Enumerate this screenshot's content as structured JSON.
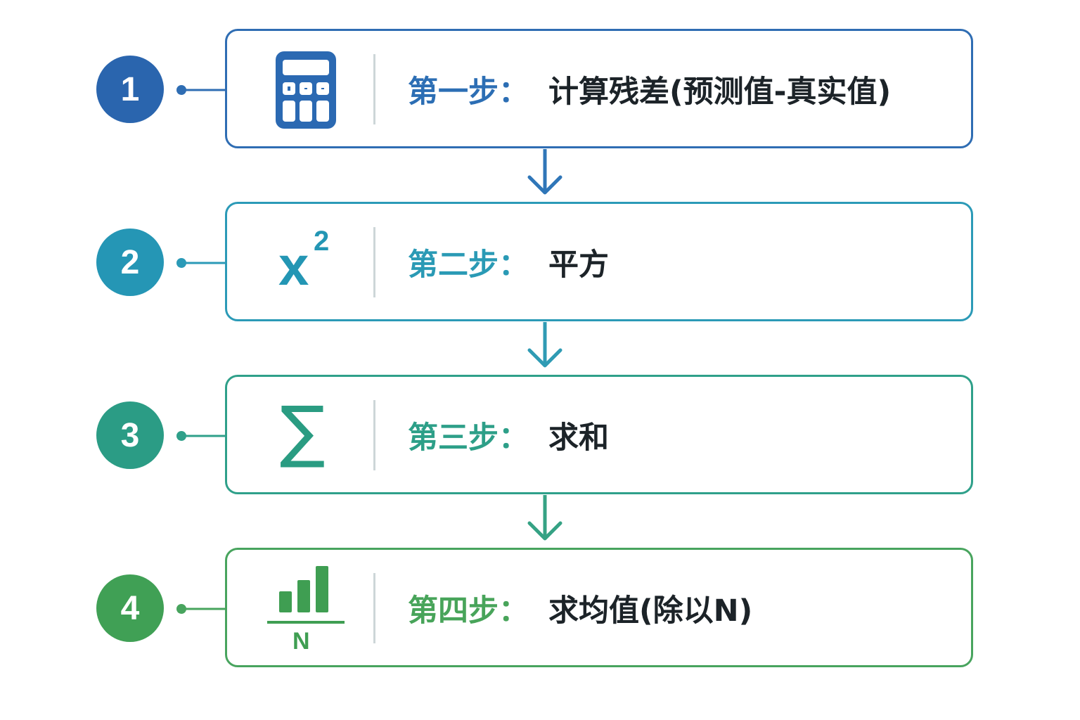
{
  "steps": [
    {
      "number": "1",
      "step_label": "第一步：",
      "text": "计算残差(预测值-真实值)",
      "color": "#2b6cb2",
      "icon": "calculator-icon"
    },
    {
      "number": "2",
      "step_label": "第二步：",
      "text": "平方",
      "color": "#2a9cb8",
      "icon": "x-squared-icon",
      "icon_text": "x",
      "icon_sup": "2"
    },
    {
      "number": "3",
      "step_label": "第三步：",
      "text": "求和",
      "color": "#2f9f88",
      "icon": "sigma-icon",
      "icon_text": "∑"
    },
    {
      "number": "4",
      "step_label": "第四步：",
      "text": "求均值(除以N)",
      "color": "#45a05a",
      "icon": "bar-chart-over-n-icon",
      "icon_text": "N"
    }
  ],
  "arrow_colors": [
    "#2f76b8",
    "#2f9bb4",
    "#35a284"
  ]
}
